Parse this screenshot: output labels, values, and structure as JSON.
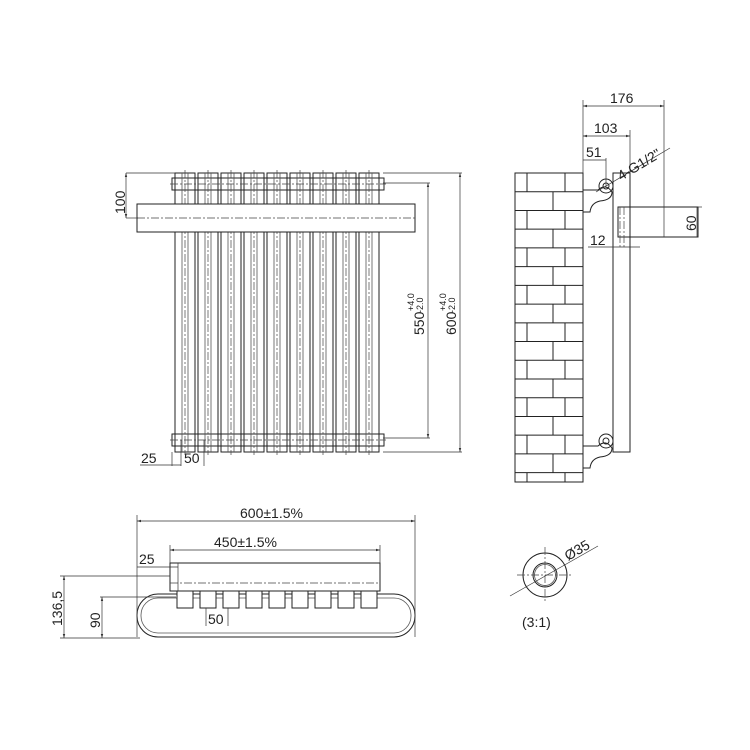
{
  "front_view": {
    "columns": 9,
    "dim_header_offset": "100",
    "dim_inner_height": "550",
    "dim_inner_tol_plus": "+4.0",
    "dim_inner_tol_minus": "-2.0",
    "dim_total_height": "600",
    "dim_total_tol_plus": "+4.0",
    "dim_total_tol_minus": "-2.0",
    "dim_edge": "25",
    "dim_pitch": "50"
  },
  "side_view": {
    "dim_depth_total": "176",
    "dim_depth_column": "103",
    "dim_connection": "51",
    "dim_thread": "4-G1/2\"",
    "dim_rail_height": "60",
    "dim_rail_gap": "12"
  },
  "plan_view": {
    "dim_width_total": "600±1.5%",
    "dim_rail_width": "450±1.5%",
    "dim_edge": "25",
    "dim_depth_total": "136,5",
    "dim_depth_body": "90",
    "dim_pitch": "50"
  },
  "detail": {
    "dim_diameter": "Ø35",
    "scale": "(3:1)"
  }
}
